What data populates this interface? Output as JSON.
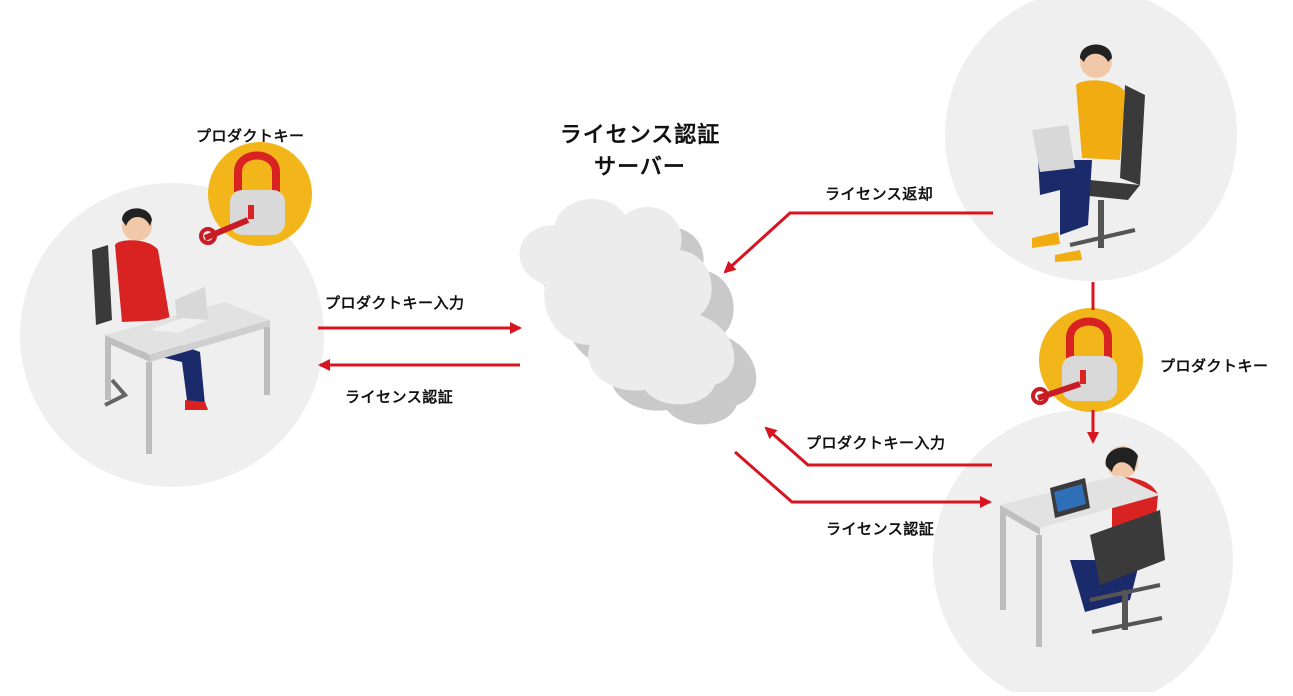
{
  "server": {
    "title_line1": "ライセンス認証",
    "title_line2": "サーバー"
  },
  "left_client": {
    "key_label": "プロダクトキー",
    "arrow_to_server": "プロダクトキー入力",
    "arrow_from_server": "ライセンス認証"
  },
  "right_top_client": {
    "arrow_to_server": "ライセンス返却"
  },
  "right_key": {
    "key_label": "プロダクトキー"
  },
  "right_bottom_client": {
    "arrow_to_server": "プロダクトキー入力",
    "arrow_from_server": "ライセンス認証"
  },
  "colors": {
    "arrow": "#d7141f",
    "circle_bg": "#efefef",
    "lock_badge": "#f3b61a",
    "shirt_red": "#d92323",
    "shirt_yellow": "#f0ac10",
    "pants_navy": "#1b2a6b",
    "cloud": "#e9e9e9"
  },
  "icons": [
    "person-at-desk-icon",
    "person-on-chair-icon",
    "padlock-key-icon",
    "cloud-icon"
  ]
}
